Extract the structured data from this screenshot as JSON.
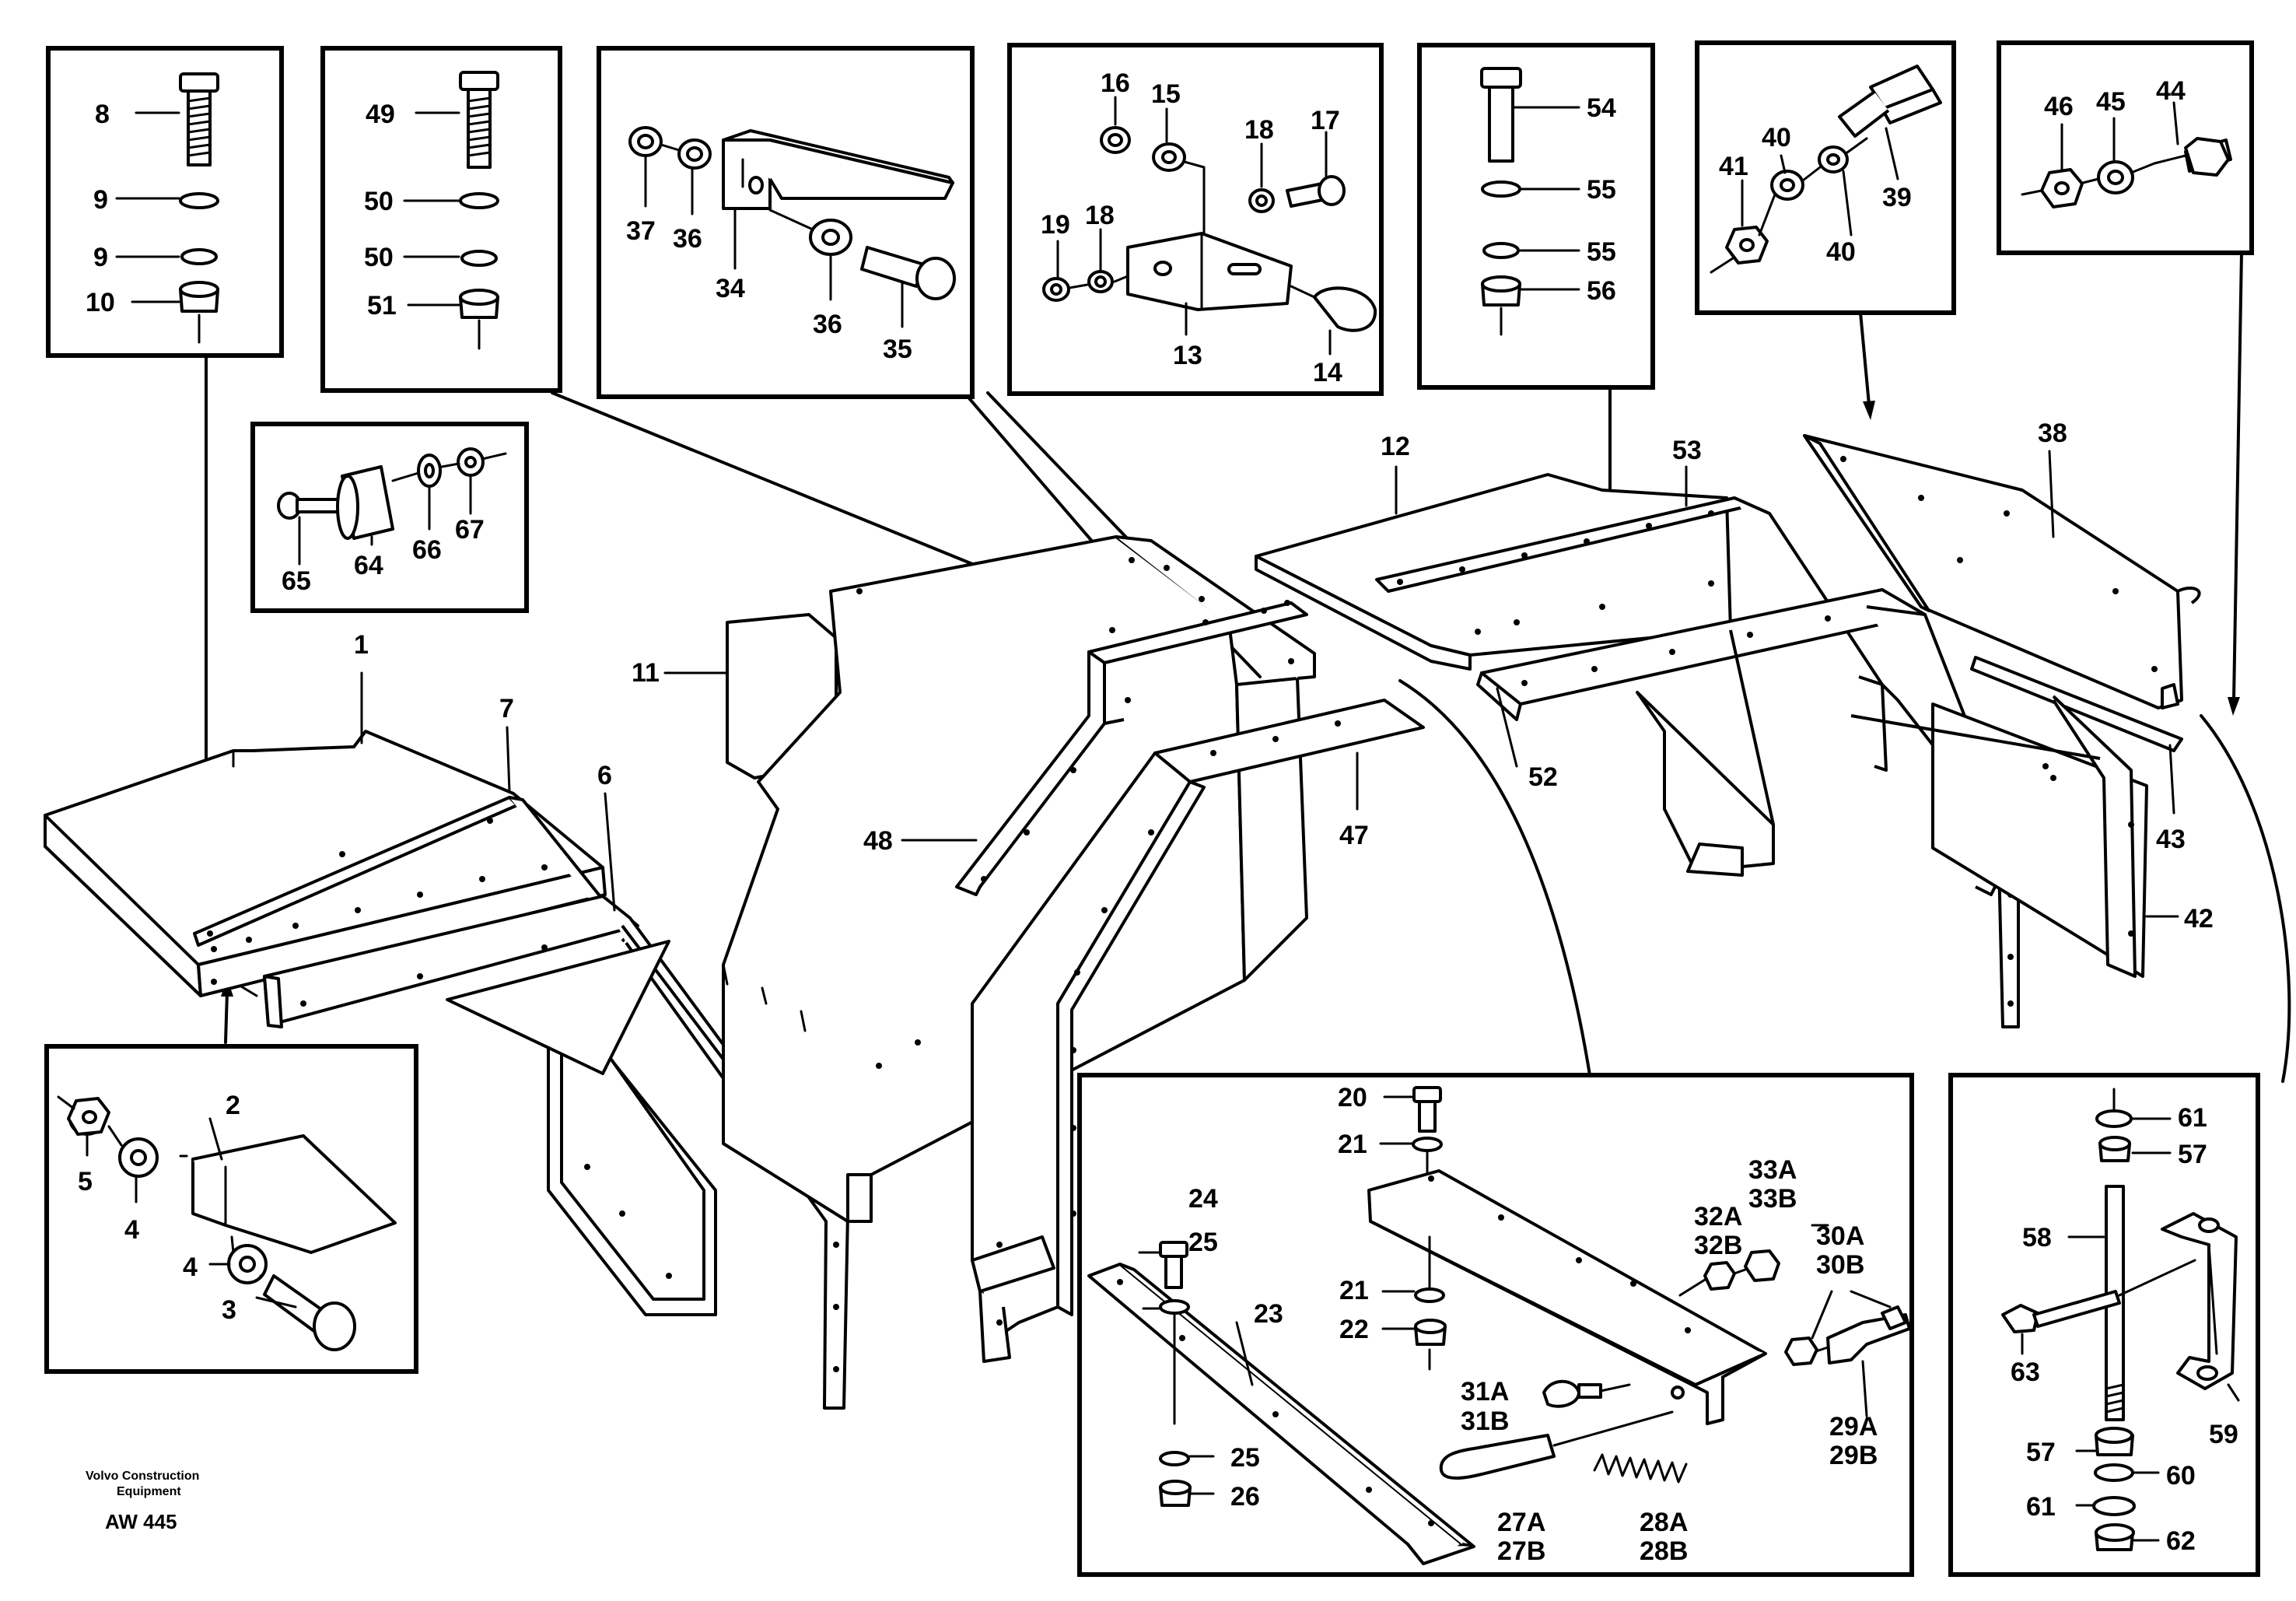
{
  "footer": {
    "company_line1": "Volvo Construction",
    "company_line2": "Equipment",
    "drawing_code": "AW 445"
  },
  "labels": {
    "l1": "1",
    "l2": "2",
    "l3": "3",
    "l4a": "4",
    "l4b": "4",
    "l5": "5",
    "l6": "6",
    "l7": "7",
    "l8": "8",
    "l9a": "9",
    "l9b": "9",
    "l10": "10",
    "l11": "11",
    "l12": "12",
    "l13": "13",
    "l14": "14",
    "l15": "15",
    "l16": "16",
    "l17": "17",
    "l18a": "18",
    "l18b": "18",
    "l19": "19",
    "l20": "20",
    "l21a": "21",
    "l21b": "21",
    "l22": "22",
    "l23": "23",
    "l24": "24",
    "l25a": "25",
    "l25b": "25",
    "l26": "26",
    "l27a": "27A",
    "l27b": "27B",
    "l28a": "28A",
    "l28b": "28B",
    "l29a": "29A",
    "l29b": "29B",
    "l30a": "30A",
    "l30b": "30B",
    "l31a": "31A",
    "l31b": "31B",
    "l32a": "32A",
    "l32b": "32B",
    "l33a": "33A",
    "l33b": "33B",
    "l34": "34",
    "l35": "35",
    "l36a": "36",
    "l36b": "36",
    "l37": "37",
    "l38": "38",
    "l39": "39",
    "l40a": "40",
    "l40b": "40",
    "l41": "41",
    "l42": "42",
    "l43": "43",
    "l44": "44",
    "l45": "45",
    "l46": "46",
    "l47": "47",
    "l48": "48",
    "l49": "49",
    "l50a": "50",
    "l50b": "50",
    "l51": "51",
    "l52": "52",
    "l53": "53",
    "l54": "54",
    "l55a": "55",
    "l55b": "55",
    "l56": "56",
    "l57a": "57",
    "l57b": "57",
    "l58": "58",
    "l59": "59",
    "l60": "60",
    "l61a": "61",
    "l61b": "61",
    "l62": "62",
    "l63": "63",
    "l64": "64",
    "l65": "65",
    "l66": "66",
    "l67": "67"
  }
}
